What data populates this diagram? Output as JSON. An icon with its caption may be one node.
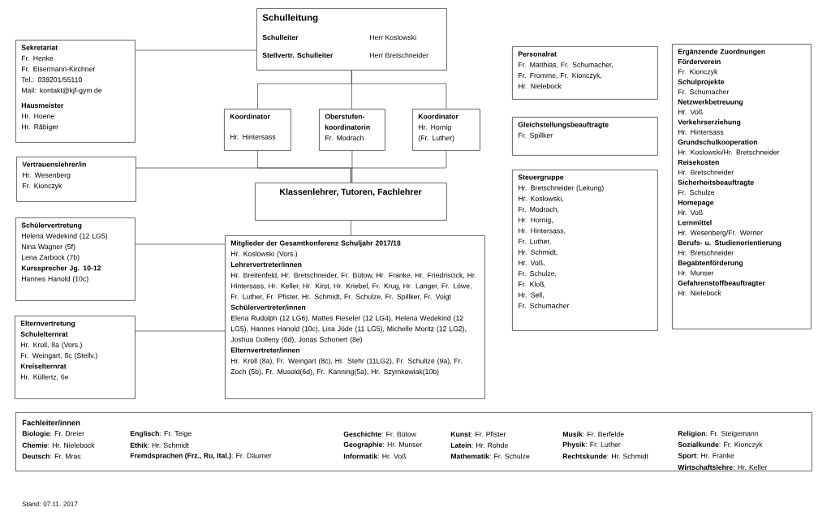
{
  "diagram": {
    "nodes": [
      {
        "text": [
          "Schulleitung",
          "Schulleiter",
          "Herr Koslowski",
          "Stellvertr. Schulleiter",
          "Herr Bretschneider"
        ]
      },
      {
        "text": [
          "Sekretariat",
          "Fr. Henke",
          "Fr. Eisermann-Kirchner",
          "Tel.: 039201/55110",
          "Mail: kontakt@kjf-gym.de",
          "Hausmeister",
          "Hr. Hoene",
          "Hr. Räbiger"
        ]
      },
      {
        "text": [
          "Koordinator",
          "Hr. Hintersass"
        ]
      },
      {
        "text": [
          "Oberstufen-koordinatorin",
          "Fr. Modrach"
        ]
      },
      {
        "text": [
          "Koordinator",
          "Hr. Hornig",
          "(Fr. Luther)"
        ]
      },
      {
        "text": [
          "Vertrauenslehrer/in",
          "Hr. Wesenberg",
          "Fr. Kionczyk"
        ]
      },
      {
        "text": [
          "Klassenlehrer, Tutoren, Fachlehrer"
        ]
      },
      {
        "text": [
          "Schülervertretung",
          "Helena Wedekind (12 LG5)",
          "Nina Wagner (5f)",
          "Lena Zarbock (7b)",
          "Kurssprecher Jg. 10-12",
          "Hannes Hanold (10c)"
        ]
      },
      {
        "text": [
          "Elternvertretung",
          "Schulelternrat",
          "Hr. Kroll, 8a (Vors.)",
          "Fr. Weingart, 8c (Stellv.)",
          "Kreiselternrat",
          "Hr. Küllertz, 6e"
        ]
      },
      {
        "text": [
          "Mitglieder der Gesamtkonferenz Schuljahr 2017/18",
          "Hr. Koslowski (Vors.)",
          "Lehrervertreter/innen",
          "Hr. Breitenfeld, Hr. Bretschneider, Fr. Bütow, Hr. Franke, Hr. Friedriscick, Hr. Hintersass, Hr. Keller, Hr. Kirst, Hr. Kriebel, Fr. Krug, Hr. Langer, Fr. Löwe, Fr. Luther, Fr. Pfister, Hr. Schmidt, Fr. Schulze, Fr. Spillker, Fr. Voigt",
          "Schülervertreter/innen",
          "Elena Rudolph (12 LG6), Mattes Fieseler (12 LG4), Helena Wedekind (12 LG5), Hannes Hanold (10c), Lisa Jöde (11 LG5), Michelle Moritz (12 LG2), Joshua Dolleny (6d), Jonas Schonert (8e)",
          "Elternvertreter/innen",
          "Hr. Kroll (8a), Fr. Weingart (8c), Hr. Stehr (11LG2), Fr. Schultze (9a), Fr. Zoch (5b), Fr. Musold(6d), Fr. Kanning(5a), Hr. Szymkowiak(10b)"
        ]
      },
      {
        "text": [
          "Personalrat",
          "Fr. Matthias, Fr. Schumacher,",
          "Fr. Fromme, Fr. Kionczyk,",
          "Hr. Nielebock"
        ]
      },
      {
        "text": [
          "Gleichstellungsbeauftragte",
          "Fr. Spillker"
        ]
      },
      {
        "text": [
          "Steuergruppe",
          "Hr. Bretschneider (Leitung)",
          "Hr. Koslowski,",
          "Fr. Modrach,",
          "Hr. Hornig,",
          "Hr. Hintersass,",
          "Fr. Luther,",
          "Hr. Schmidt,",
          "Hr. Voß,",
          "Fr. Schulze,",
          "Fr. Kloß,",
          "Hr. Sell,",
          "Fr. Schumacher"
        ]
      },
      {
        "text": [
          "Ergänzende Zuordnungen",
          "Förderverein",
          "Fr. Kionczyk",
          "Schulprojekte",
          "Fr. Schumacher",
          "Netzwerkbetreuung",
          "Hr. Voß",
          "Verkehrserziehung",
          "Hr. Hintersass",
          "Grundschulkooperation",
          "Hr. Koslowski/Hr. Bretschneider",
          "Reisekosten",
          "Hr. Bretschneider",
          "Sicherheitsbeauftragte",
          "Fr. Schulze",
          "Homepage",
          "Hr. Voß",
          "Lernmittel",
          "Hr. Wesenberg/Fr. Werner",
          "Berufs- u. Studienorientierung",
          "Hr. Bretschneider",
          "Begabtenförderung",
          "Hr. Munser",
          "Gefahrenstoffbeauftragter",
          "Hr. Nielebock"
        ]
      },
      {
        "text": [
          "Fachleiter/innen",
          "**Biologie**: Fr. Dreier",
          "**Chemie**: Hr. Nielebock",
          "**Deutsch**: Fr. Mras",
          "**Englisch**: Fr. Teige",
          "**Ethik**: Hr. Schmidt",
          "**Fremdsprachen (Frz., Ru, Ital.)**: Fr. Däumer",
          "**Geschichte**: Fr. Bütow",
          "**Geographie**: Hr. Munser",
          "**Informatik**: Hr. Voß",
          "**Kunst**: Fr. Pfister",
          "**Latein**: Hr. Rohde",
          "**Mathematik**: Fr. Schulze",
          "**Musik**: Fr. Berfelde",
          "**Physik**: Fr. Luther",
          "**Rechtskunde**: Hr. Schmidt",
          "**Religion**: Fr. Steigemann",
          "**Sozialkunde**: Fr. Kionczyk",
          "**Sport**: Hr. Franke",
          "**Wirtschaftslehre**: Hr. Keller"
        ]
      }
    ],
    "edges": [
      {
        "from": 1,
        "to": 0,
        "arrow": "none"
      },
      {
        "from": 0,
        "to": 2,
        "arrow": "none"
      },
      {
        "from": 0,
        "to": 3,
        "arrow": "none"
      },
      {
        "from": 0,
        "to": 4,
        "arrow": "none"
      },
      {
        "from": 2,
        "to": 6,
        "arrow": "none"
      },
      {
        "from": 3,
        "to": 6,
        "arrow": "none"
      },
      {
        "from": 4,
        "to": 6,
        "arrow": "none"
      },
      {
        "from": 5,
        "to": 6,
        "arrow": "none"
      },
      {
        "from": 6,
        "to": 9,
        "arrow": "none"
      },
      {
        "from": 7,
        "to": 9,
        "arrow": "none"
      },
      {
        "from": 8,
        "to": 9,
        "arrow": "none"
      }
    ],
    "labels": [
      "Stand: 07.11. 2017"
    ]
  }
}
